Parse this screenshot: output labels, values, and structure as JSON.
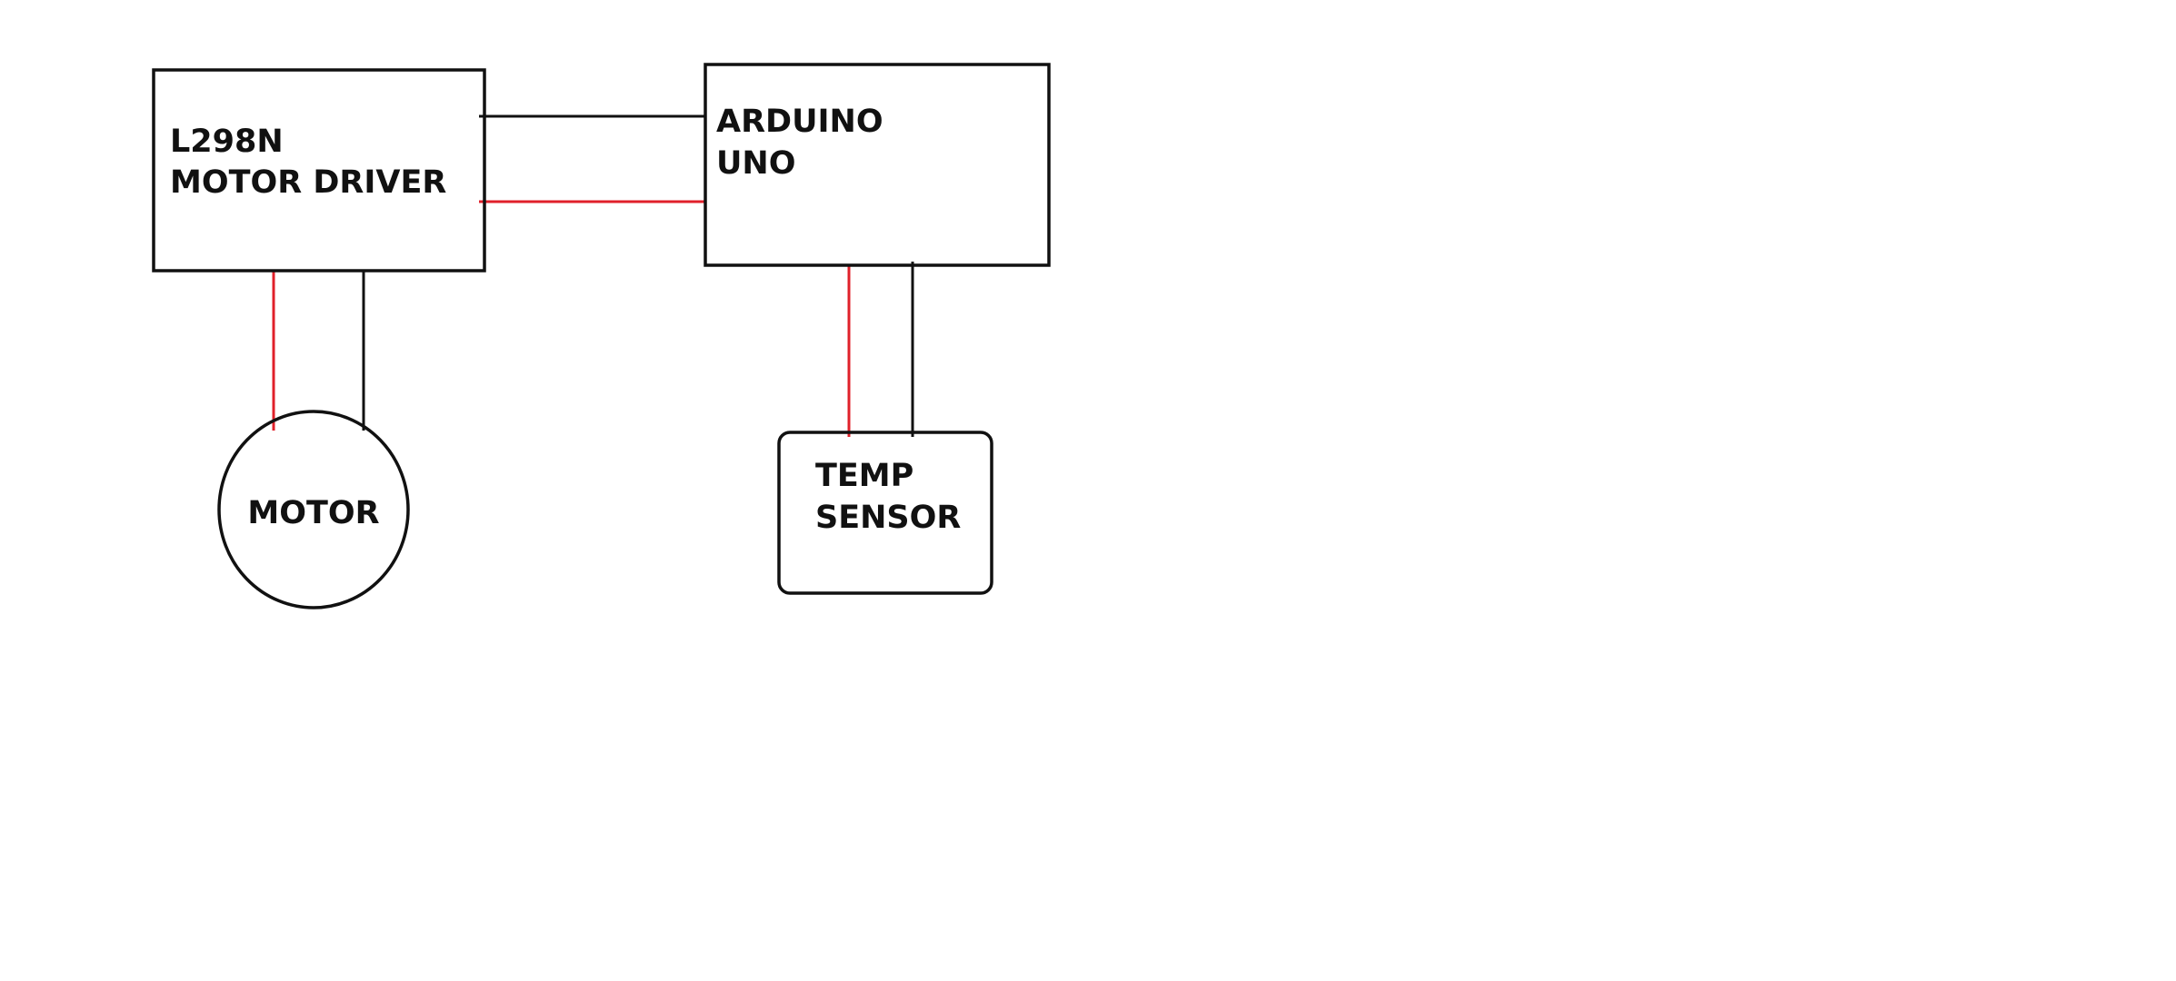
{
  "colors": {
    "background": "#ffffff",
    "stroke": "#111111",
    "wire_black": "#111111",
    "wire_red": "#e0202a"
  },
  "blocks": {
    "motor_driver": {
      "line1": "L298N",
      "line2": "MOTOR DRIVER"
    },
    "arduino": {
      "line1": "ARDUINO",
      "line2": "UNO"
    },
    "motor": {
      "label": "MOTOR"
    },
    "temp_sensor": {
      "line1": "TEMP",
      "line2": "SENSOR"
    }
  },
  "wires": [
    {
      "from": "motor_driver",
      "to": "arduino",
      "color": "black"
    },
    {
      "from": "motor_driver",
      "to": "arduino",
      "color": "red"
    },
    {
      "from": "motor_driver",
      "to": "motor",
      "color": "red"
    },
    {
      "from": "motor_driver",
      "to": "motor",
      "color": "black"
    },
    {
      "from": "arduino",
      "to": "temp_sensor",
      "color": "red"
    },
    {
      "from": "arduino",
      "to": "temp_sensor",
      "color": "black"
    }
  ]
}
